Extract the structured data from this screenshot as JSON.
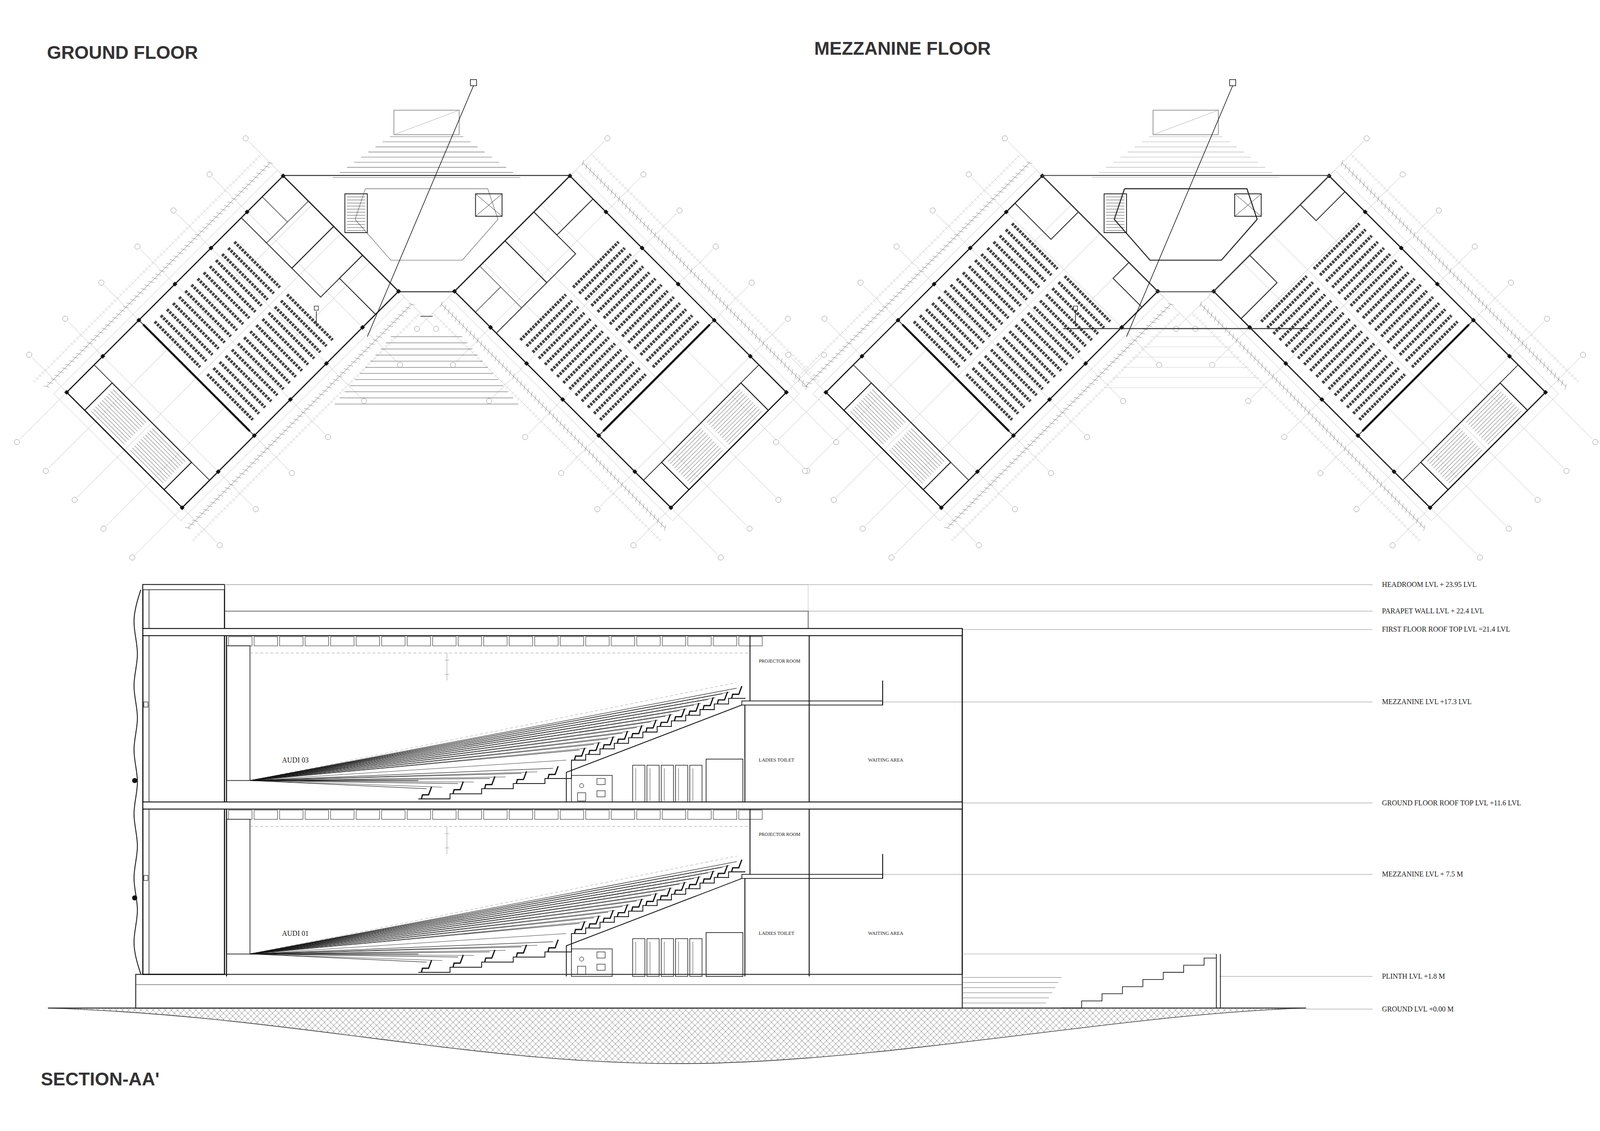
{
  "diagram": {
    "labels": [
      "GROUND FLOOR",
      "MEZZANINE FLOOR",
      "HEADROOM LVL + 23.95 LVL",
      "PARAPET WALL LVL + 22.4 LVL",
      "FIRST FLOOR ROOF TOP LVL =21.4 LVL",
      "MEZZANINE LVL +17.3 LVL",
      "GROUND FLOOR ROOF TOP LVL +11.6 LVL",
      "MEZZANINE LVL + 7.5 M",
      "PLINTH LVL +1.8 M",
      "GROUND LVL +0.00 M",
      "PROJECTOR ROOM",
      "LADIES TOILET",
      "WAITING AREA",
      "AUDI 03",
      "PROJECTOR ROOM",
      "LADIES TOILET",
      "WAITING AREA",
      "AUDI 01",
      "SECTION-AA'"
    ]
  }
}
